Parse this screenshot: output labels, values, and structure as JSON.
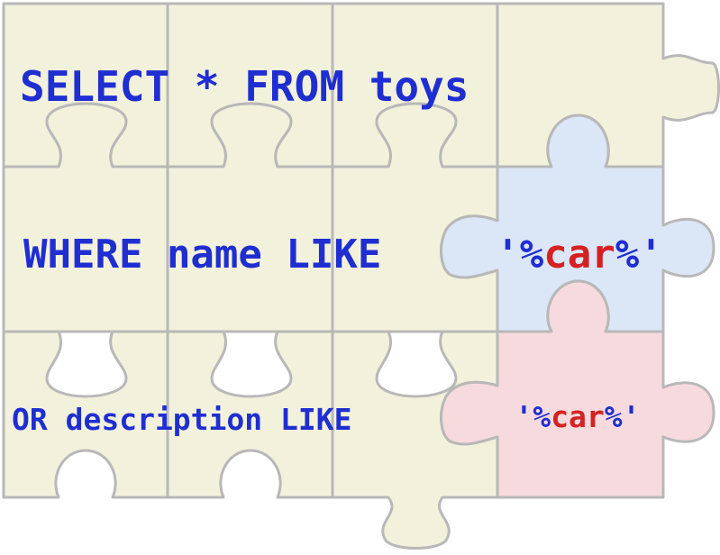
{
  "lines": [
    {
      "text": "SELECT * FROM toys"
    },
    {
      "text": "WHERE name LIKE"
    },
    {
      "text": "OR description LIKE"
    }
  ],
  "patterns": [
    {
      "quote_open": "'%",
      "keyword": "car",
      "quote_close": "%'"
    },
    {
      "quote_open": "'%",
      "keyword": "car",
      "quote_close": "%'"
    }
  ],
  "colors": {
    "code_text": "#1f2ed1",
    "keyword_text": "#d42222",
    "piece_default": "#f2f2dc",
    "piece_blue": "#dbe6f7",
    "piece_red": "#f7dadd",
    "piece_outline": "#b8b8b8"
  }
}
